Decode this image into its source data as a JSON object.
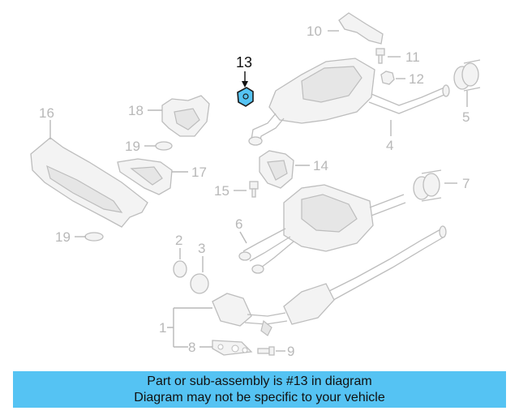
{
  "diagram": {
    "highlight_callout": "13",
    "callouts": {
      "c1": "1",
      "c2": "2",
      "c3": "3",
      "c4": "4",
      "c5": "5",
      "c6": "6",
      "c7": "7",
      "c8": "8",
      "c9": "9",
      "c10": "10",
      "c11": "11",
      "c12": "12",
      "c14": "14",
      "c15": "15",
      "c16": "16",
      "c17": "17",
      "c18": "18",
      "c19a": "19",
      "c19b": "19"
    },
    "colors": {
      "highlight_fill": "#55c3f3",
      "linework": "#bdbdbd",
      "banner": "#55c3f3"
    }
  },
  "banner": {
    "line1": "Part or sub-assembly is #13 in diagram",
    "line2": "Diagram may not be specific to your vehicle"
  }
}
